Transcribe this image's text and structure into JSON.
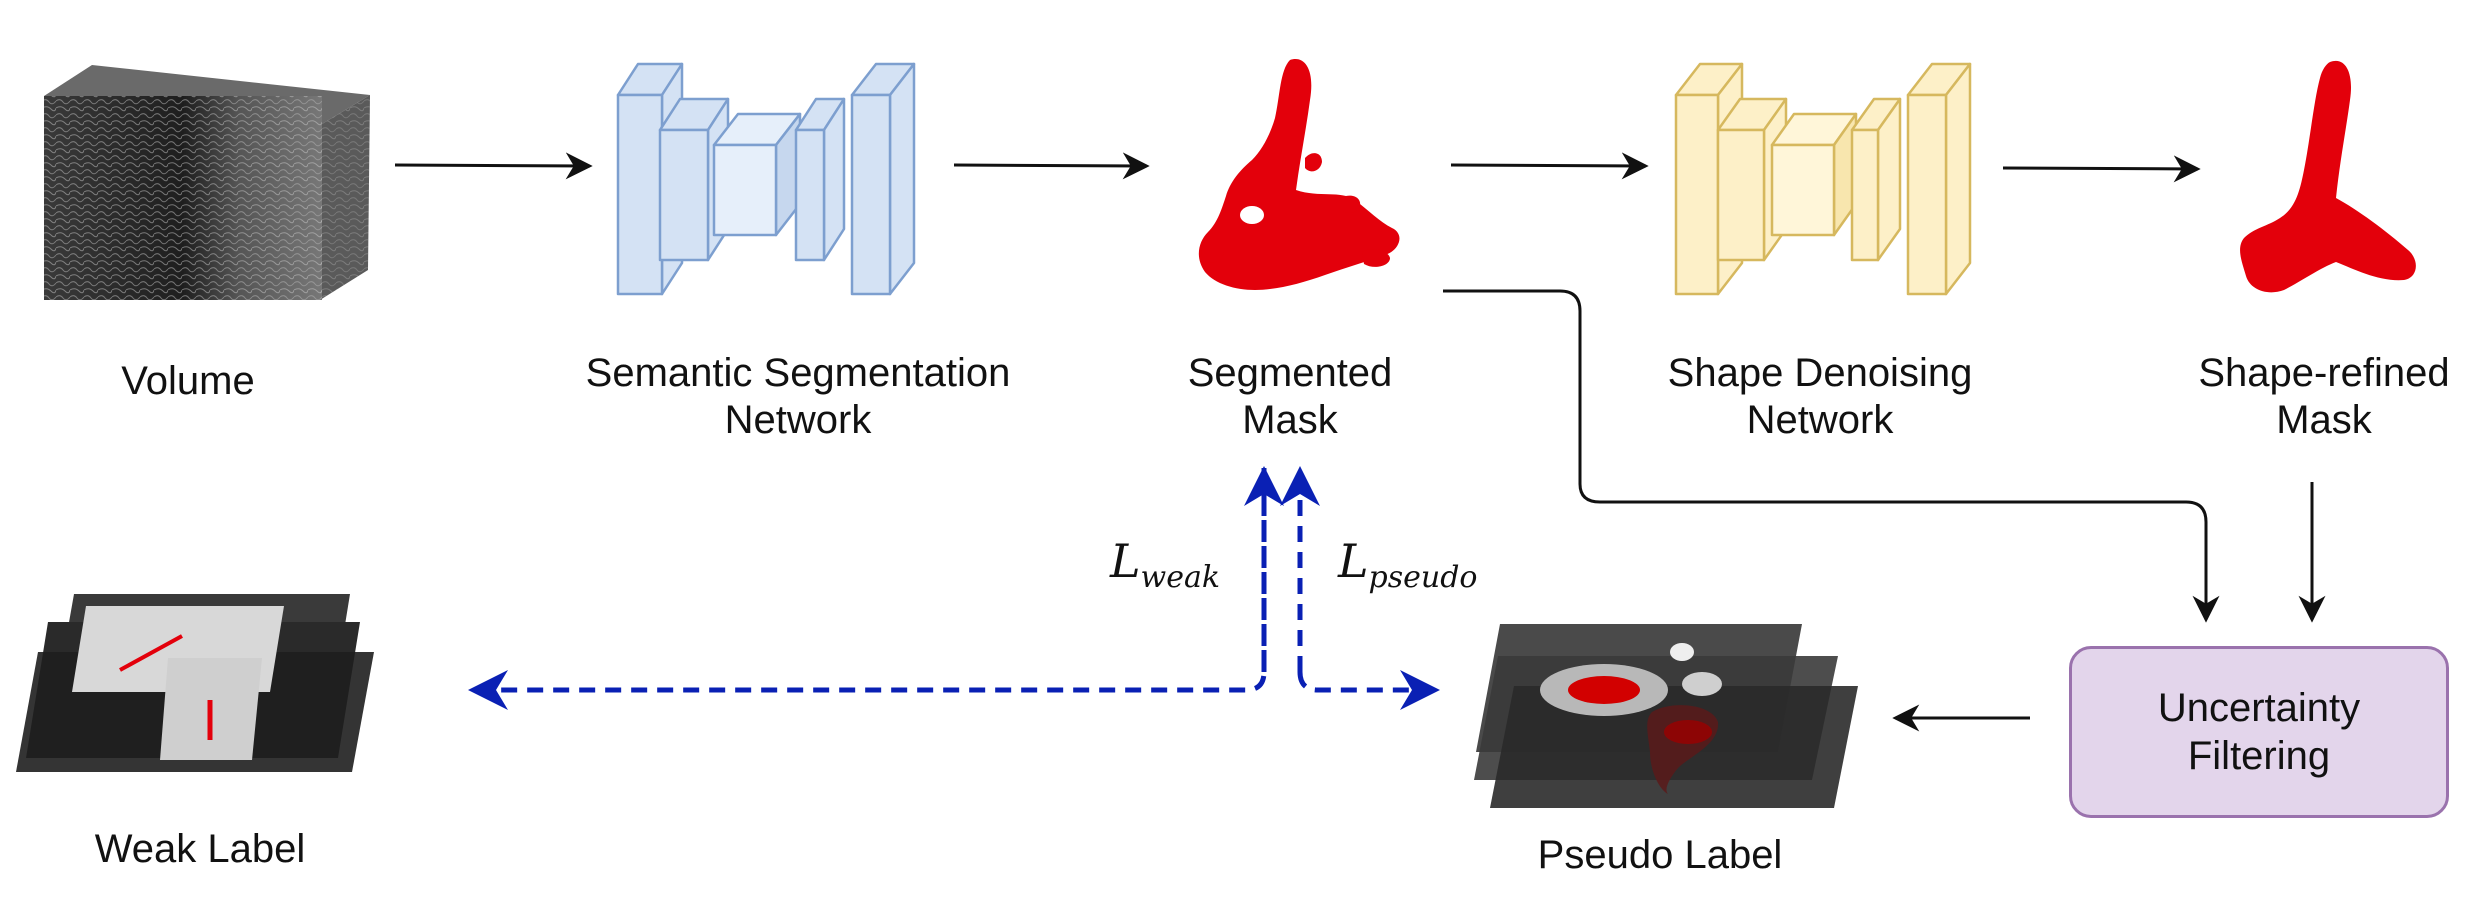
{
  "labels": {
    "volume": "Volume",
    "semantic_seg_line1": "Semantic Segmentation",
    "semantic_seg_line2": "Network",
    "segmented_line1": "Segmented",
    "segmented_line2": "Mask",
    "shape_denoising_line1": "Shape Denoising",
    "shape_denoising_line2": "Network",
    "shape_refined_line1": "Shape-refined",
    "shape_refined_line2": "Mask",
    "uncertainty_line1": "Uncertainty",
    "uncertainty_line2": "Filtering",
    "weak_label": "Weak Label",
    "pseudo_label": "Pseudo Label"
  },
  "losses": {
    "weak_base": "L",
    "weak_sub": "weak",
    "pseudo_base": "L",
    "pseudo_sub": "pseudo"
  },
  "colors": {
    "seg_net_fill": "#d4e2f4",
    "seg_net_stroke": "#7d9fcf",
    "denoise_fill": "#fdf0c8",
    "denoise_stroke": "#d6b85e",
    "mask_red": "#e3000b",
    "loss_arrow": "#0a20b4",
    "uncertainty_fill": "#e3d5eb",
    "uncertainty_stroke": "#9a72ad"
  }
}
